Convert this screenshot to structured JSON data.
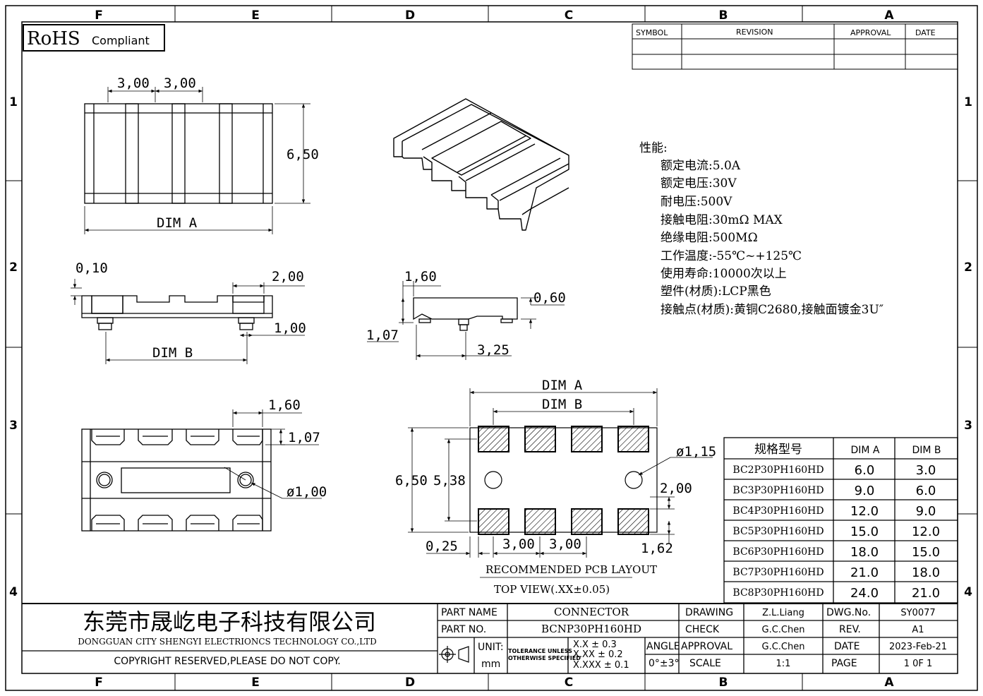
{
  "frame": {
    "columns": [
      "F",
      "E",
      "D",
      "C",
      "B",
      "A"
    ],
    "rows": [
      "1",
      "2",
      "3",
      "4"
    ]
  },
  "rohs": {
    "big": "RoHS",
    "small": "Compliant"
  },
  "revision_table": {
    "headers": [
      "SYMBOL",
      "REVISION",
      "APPROVAL",
      "DATE"
    ]
  },
  "top_view": {
    "pitch1": "3,00",
    "pitch2": "3,00",
    "height": "6,50",
    "dim_a": "DIM A"
  },
  "side_view": {
    "d010": "0,10",
    "d200": "2,00",
    "d100": "1,00",
    "dim_b": "DIM B"
  },
  "end_view": {
    "d160": "1,60",
    "d060": "0,60",
    "d107": "1,07",
    "d325": "3,25"
  },
  "bottom_view": {
    "d160": "1,60",
    "d107": "1,07",
    "hole": "ø1,00"
  },
  "pcb": {
    "dim_a": "DIM A",
    "dim_b": "DIM B",
    "hole": "ø1,15",
    "h650": "6,50",
    "h538": "5,38",
    "d200": "2,00",
    "d025": "0,25",
    "p1": "3,00",
    "p2": "3,00",
    "d162": "1,62",
    "title1": "RECOMMENDED PCB LAYOUT",
    "title2": "TOP VIEW(.XX±0.05)"
  },
  "specs": {
    "heading": "性能:",
    "lines": [
      "额定电流:5.0A",
      "额定电压:30V",
      "耐电压:500V",
      "接触电阻:30mΩ MAX",
      "绝缘电阻:500MΩ",
      "工作温度:-55℃~+125℃",
      "使用寿命:10000次以上",
      "塑件(材质):LCP黑色",
      "接触点(材质):黄铜C2680,接触面镀金3U″"
    ]
  },
  "dim_table": {
    "headers": [
      "规格型号",
      "DIM A",
      "DIM B"
    ],
    "rows": [
      [
        "BC2P30PH160HD",
        "6.0",
        "3.0"
      ],
      [
        "BC3P30PH160HD",
        "9.0",
        "6.0"
      ],
      [
        "BC4P30PH160HD",
        "12.0",
        "9.0"
      ],
      [
        "BC5P30PH160HD",
        "15.0",
        "12.0"
      ],
      [
        "BC6P30PH160HD",
        "18.0",
        "15.0"
      ],
      [
        "BC7P30PH160HD",
        "21.0",
        "18.0"
      ],
      [
        "BC8P30PH160HD",
        "24.0",
        "21.0"
      ]
    ]
  },
  "title_block": {
    "company_cn": "东莞市晟屹电子科技有限公司",
    "company_en": "DONGGUAN CITY SHENGYI ELECTRIONCS TECHNOLOGY CO.,LTD",
    "copyright": "COPYRIGHT RESERVED,PLEASE DO NOT COPY.",
    "part_name_label": "PART NAME",
    "part_name": "CONNECTOR",
    "part_no_label": "PART NO.",
    "part_no": "BCNP30PH160HD",
    "unit_label": "UNIT:",
    "unit": "mm",
    "tol1": "TOLERANCE UNLESS",
    "tol2": "OTHERWISE SPECIFIED",
    "tx1": "X.X ± 0.3",
    "tx2": "X.XX ± 0.2",
    "tx3": "X.XXX ± 0.1",
    "angle_label": "ANGLE",
    "angle": "0°±3°",
    "drawing_label": "DRAWING",
    "drawing": "Z.L.Liang",
    "check_label": "CHECK",
    "check": "G.C.Chen",
    "approval_label": "APPROVAL",
    "approval": "G.C.Chen",
    "scale_label": "SCALE",
    "scale": "1:1",
    "dwgno_label": "DWG.No.",
    "dwgno": "SY0077",
    "rev_label": "REV.",
    "rev": "A1",
    "date_label": "DATE",
    "date": "2023-Feb-21",
    "page_label": "PAGE",
    "page": "1 0F 1"
  }
}
